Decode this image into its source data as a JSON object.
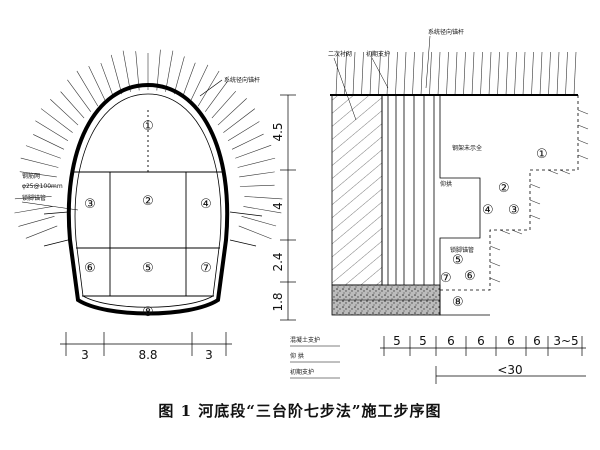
{
  "caption": "图 1  河底段“三台阶七步法”施工步序图",
  "left": {
    "labels": {
      "system_anchor": "系统径向锚杆",
      "steel_mesh": "钢筋网",
      "spacing": "φ25@100mm",
      "lock_pipe": "锁脚锚管"
    },
    "steps": [
      "①",
      "②",
      "③",
      "④",
      "⑤",
      "⑥",
      "⑦",
      "⑧"
    ],
    "widths": [
      "3",
      "8.8",
      "3"
    ]
  },
  "right": {
    "labels": {
      "secondary_lining": "二次衬砌",
      "primary_support": "初期支护",
      "system_anchor": "系统径向锚杆",
      "advance_support": "钢架未示全",
      "inverted_arch": "仰拱",
      "lock_pipe": "锁脚锚管"
    },
    "heights": [
      "4.5",
      "4",
      "2.4",
      "1.8"
    ],
    "legend": [
      "混凝土支护",
      "仰  拱",
      "初期支护"
    ],
    "spacings": [
      "5",
      "5",
      "6",
      "6",
      "6",
      "6",
      "3~5"
    ],
    "total": "<30",
    "steps": [
      "①",
      "②",
      "③",
      "④",
      "⑤",
      "⑥",
      "⑦",
      "⑧"
    ]
  }
}
